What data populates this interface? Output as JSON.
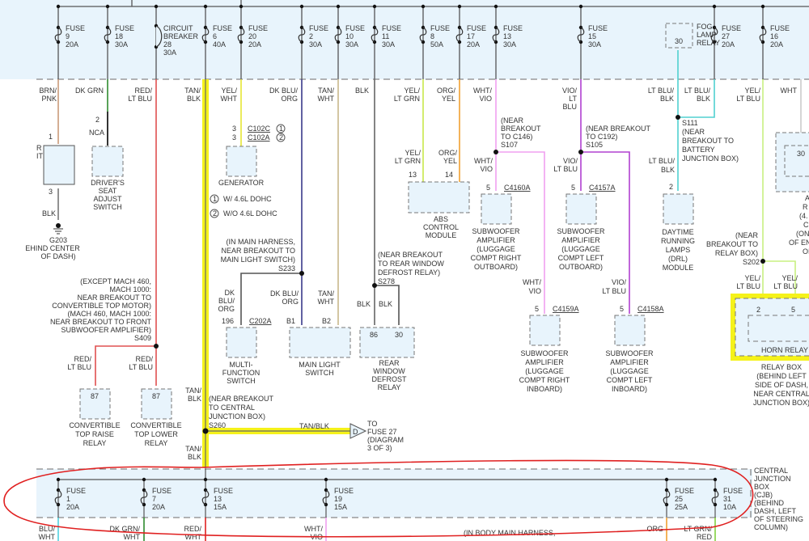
{
  "colors": {
    "box_fill": "#e8f4fc",
    "bus": "#555555",
    "dash": "#888888",
    "highlight": "#f5f21a",
    "annotation": "#e02020",
    "BRN/PNK": "#c99a7a",
    "DK GRN": "#2e8b2e",
    "RED/LT BLU": "#e05050",
    "TAN/BLK": "#666666",
    "YEL/WHT": "#e6e633",
    "DK BLU/ORG": "#3a3a8a",
    "TAN/WHT": "#c8b88a",
    "BLK": "#555555",
    "YEL/LT GRN": "#c8e84a",
    "ORG/YEL": "#f0a030",
    "WHT/VIO": "#f0a0f0",
    "VIO/LT BLU": "#b040d0",
    "LT BLU/BLK": "#50d0d0",
    "YEL/LT BLU": "#c8f080",
    "WHT": "#cccccc",
    "BLU/WHT": "#50d0e0",
    "DK GRN/WHT": "#2e8b2e",
    "RED/WHT": "#e02020",
    "ORG": "#f0a030",
    "LT GRN/RED": "#80d040"
  },
  "top_fuses": [
    {
      "id": "fuse-9",
      "lines": [
        "FUSE",
        "9",
        "20A"
      ]
    },
    {
      "id": "fuse-18",
      "lines": [
        "FUSE",
        "18",
        "30A"
      ]
    },
    {
      "id": "circuit-breaker-28",
      "lines": [
        "CIRCUIT",
        "BREAKER",
        "28",
        "30A"
      ]
    },
    {
      "id": "fuse-6",
      "lines": [
        "FUSE",
        "6",
        "40A"
      ]
    },
    {
      "id": "fuse-20",
      "lines": [
        "FUSE",
        "20",
        "20A"
      ]
    },
    {
      "id": "fuse-2",
      "lines": [
        "FUSE",
        "2",
        "30A"
      ]
    },
    {
      "id": "fuse-10",
      "lines": [
        "FUSE",
        "10",
        "30A"
      ]
    },
    {
      "id": "fuse-11",
      "lines": [
        "FUSE",
        "11",
        "30A"
      ]
    },
    {
      "id": "fuse-8",
      "lines": [
        "FUSE",
        "8",
        "50A"
      ]
    },
    {
      "id": "fuse-17",
      "lines": [
        "FUSE",
        "17",
        "20A"
      ]
    },
    {
      "id": "fuse-13",
      "lines": [
        "FUSE",
        "13",
        "30A"
      ]
    },
    {
      "id": "fuse-15",
      "lines": [
        "FUSE",
        "15",
        "30A"
      ]
    },
    {
      "id": "fuse-27",
      "lines": [
        "FUSE",
        "27",
        "20A"
      ]
    },
    {
      "id": "fuse-16",
      "lines": [
        "FUSE",
        "16",
        "20A"
      ]
    }
  ],
  "fog_lamp_relay": {
    "lines": [
      "FOG",
      "LAMP",
      "RELAY"
    ],
    "pin": "30"
  },
  "wire_labels_top": [
    [
      "BRN/",
      "PNK"
    ],
    [
      "DK GRN"
    ],
    [
      "RED/",
      "LT BLU"
    ],
    [
      "TAN/",
      "BLK"
    ],
    [
      "YEL/",
      "WHT"
    ],
    [
      "DK BLU/",
      "ORG"
    ],
    [
      "TAN/",
      "WHT"
    ],
    [
      "BLK"
    ],
    [
      "YEL/",
      "LT GRN"
    ],
    [
      "ORG/",
      "YEL"
    ],
    [
      "WHT/",
      "VIO"
    ],
    [
      "VIO/",
      "LT",
      "BLU"
    ],
    [
      "LT BLU/",
      "BLK"
    ],
    [
      "LT BLU/",
      "BLK"
    ],
    [
      "YEL/",
      "LT BLU"
    ],
    [
      "WHT"
    ]
  ],
  "components": {
    "left_partial": {
      "lines": [
        "R",
        "IT"
      ],
      "pin_top": "1",
      "pin_bottom": "3",
      "wire": "BLK"
    },
    "ground": {
      "lines": [
        "G203",
        "EHIND CENTER",
        "OF DASH)"
      ]
    },
    "drivers_seat": {
      "pin": "2",
      "nca": "NCA",
      "lines": [
        "DRIVER'S",
        "SEAT",
        "ADJUST",
        "SWITCH"
      ]
    },
    "generator": {
      "pin1": "3",
      "conn1": "C102C",
      "note1": "1",
      "pin2": "3",
      "conn2": "C102A",
      "note2": "2",
      "lines": [
        "GENERATOR"
      ]
    },
    "notes": [
      {
        "num": "1",
        "text": "W/ 4.6L DOHC"
      },
      {
        "num": "2",
        "text": "W/O 4.6L DOHC"
      }
    ],
    "abs": {
      "wire1": [
        "YEL/",
        "LT GRN"
      ],
      "wire2": [
        "ORG/",
        "YEL"
      ],
      "pin1": "13",
      "pin2": "14",
      "lines": [
        "ABS",
        "CONTROL",
        "MODULE"
      ]
    },
    "s107": {
      "lines": [
        "(NEAR",
        "BREAKOUT",
        "TO C146)",
        "S107"
      ],
      "wire": [
        "WHT/",
        "VIO"
      ]
    },
    "sub_rt_out": {
      "pin": "5",
      "conn": "C4160A",
      "lines": [
        "SUBWOOFER",
        "AMPLIFIER",
        "(LUGGAGE",
        "COMPT RIGHT",
        "OUTBOARD)"
      ]
    },
    "s105": {
      "lines": [
        "(NEAR BREAKOUT",
        "TO C192)",
        "S105"
      ],
      "wire": [
        "VIO/",
        "LT BLU"
      ]
    },
    "sub_lt_out": {
      "pin": "5",
      "conn": "C4157A",
      "lines": [
        "SUBWOOFER",
        "AMPLIFIER",
        "(LUGGAGE",
        "COMPT LEFT",
        "OUTBOARD)"
      ]
    },
    "s111": {
      "lines": [
        "S111",
        "(NEAR",
        "BREAKOUT TO",
        "BATTERY",
        "JUNCTION BOX)"
      ],
      "wire": [
        "LT BLU/",
        "BLK"
      ]
    },
    "drl": {
      "pin": "2",
      "lines": [
        "DAYTIME",
        "RUNNING",
        "LAMPS",
        "(DRL)",
        "MODULE"
      ]
    },
    "right_partial": {
      "pin": "30",
      "lines": [
        "A",
        "R",
        "(4.",
        "C",
        "(ON",
        "OF EN",
        "OI"
      ]
    },
    "s202": {
      "lines": [
        "(NEAR",
        "BREAKOUT TO",
        "RELAY BOX)",
        "S202"
      ],
      "wire1": [
        "YEL/",
        "LT BLU"
      ],
      "wire2": [
        "YEL/",
        "LT BLU"
      ]
    },
    "horn_relay": {
      "pin1": "2",
      "pin2": "5",
      "label": "HORN RELAY"
    },
    "relay_box": {
      "lines": [
        "RELAY BOX",
        "(BEHIND LEFT",
        "SIDE OF DASH,",
        "NEAR CENTRAL",
        "JUNCTION BOX)"
      ]
    },
    "s233": {
      "lines": [
        "(IN MAIN HARNESS,",
        "NEAR BREAKOUT TO",
        "MAIN LIGHT SWITCH)",
        "S233"
      ]
    },
    "multifunction": {
      "wire": [
        "DK",
        "BLU/",
        "ORG"
      ],
      "pin": "196",
      "conn": "C202A",
      "lines": [
        "MULTI-",
        "FUNCTION",
        "SWITCH"
      ]
    },
    "main_light": {
      "wire1": [
        "DK BLU/",
        "ORG"
      ],
      "wire2": [
        "TAN/",
        "WHT"
      ],
      "pin1": "B1",
      "pin2": "B2",
      "lines": [
        "MAIN LIGHT",
        "SWITCH"
      ]
    },
    "s278": {
      "lines": [
        "(NEAR BREAKOUT",
        "TO REAR WINDOW",
        "DEFROST RELAY)",
        "S278"
      ]
    },
    "rear_defrost": {
      "wire1": "BLK",
      "wire2": "BLK",
      "pin1": "86",
      "pin2": "30",
      "lines": [
        "REAR",
        "WINDOW",
        "DEFROST",
        "RELAY"
      ]
    },
    "sub_rt_in": {
      "wire": [
        "WHT/",
        "VIO"
      ],
      "pin": "5",
      "conn": "C4159A",
      "lines": [
        "SUBWOOFER",
        "AMPLIFIER",
        "(LUGGAGE",
        "COMPT RIGHT",
        "INBOARD)"
      ]
    },
    "sub_lt_in": {
      "wire": [
        "VIO/",
        "LT BLU"
      ],
      "pin": "5",
      "conn": "C4158A",
      "lines": [
        "SUBWOOFER",
        "AMPLIFIER",
        "(LUGGAGE",
        "COMPT LEFT",
        "INBOARD)"
      ]
    },
    "s409": {
      "lines": [
        "(EXCEPT MACH 460,",
        "MACH 1000:",
        "NEAR BREAKOUT TO",
        "CONVERTIBLE TOP MOTOR)",
        "(MACH 460, MACH 1000:",
        "NEAR BREAKOUT TO FRONT",
        "SUBWOOFER AMPLIFIER)",
        "S409"
      ]
    },
    "conv_raise": {
      "wire": [
        "RED/",
        "LT BLU"
      ],
      "pin": "87",
      "lines": [
        "CONVERTIBLE",
        "TOP RAISE",
        "RELAY"
      ]
    },
    "conv_lower": {
      "wire": [
        "RED/",
        "LT BLU"
      ],
      "pin": "87",
      "lines": [
        "CONVERTIBLE",
        "TOP LOWER",
        "RELAY"
      ]
    },
    "s260": {
      "wire_above": [
        "TAN/",
        "BLK"
      ],
      "lines": [
        "(NEAR BREAKOUT",
        "TO CENTRAL",
        "JUNCTION BOX)",
        "S260"
      ],
      "wire_h": "TAN/BLK",
      "wire_below": [
        "TAN/",
        "BLK"
      ]
    },
    "offpage": {
      "letter": "D",
      "lines": [
        "TO",
        "FUSE 27",
        "(DIAGRAM",
        "3 OF 3)"
      ]
    }
  },
  "cjb": {
    "fuses": [
      {
        "id": "cjb-fuse-1",
        "lines": [
          "FUSE",
          "1",
          "20A"
        ]
      },
      {
        "id": "cjb-fuse-7",
        "lines": [
          "FUSE",
          "7",
          "20A"
        ]
      },
      {
        "id": "cjb-fuse-13",
        "lines": [
          "FUSE",
          "13",
          "15A"
        ]
      },
      {
        "id": "cjb-fuse-19",
        "lines": [
          "FUSE",
          "19",
          "15A"
        ]
      },
      {
        "id": "cjb-fuse-25",
        "lines": [
          "FUSE",
          "25",
          "25A"
        ]
      },
      {
        "id": "cjb-fuse-31",
        "lines": [
          "FUSE",
          "31",
          "10A"
        ]
      }
    ],
    "label": [
      "CENTRAL",
      "JUNCTION",
      "BOX",
      "(CJB)",
      "(BEHIND",
      "DASH, LEFT",
      "OF STEERING",
      "COLUMN)"
    ],
    "wires": [
      [
        "BLU/",
        "WHT"
      ],
      [
        "DK GRN/",
        "WHT"
      ],
      [
        "RED/",
        "WHT"
      ],
      [
        "WHT/",
        "VIO"
      ],
      [
        "ORG"
      ],
      [
        "LT GRN/",
        "RED"
      ]
    ],
    "body_note": "(IN BODY MAIN HARNESS,"
  }
}
